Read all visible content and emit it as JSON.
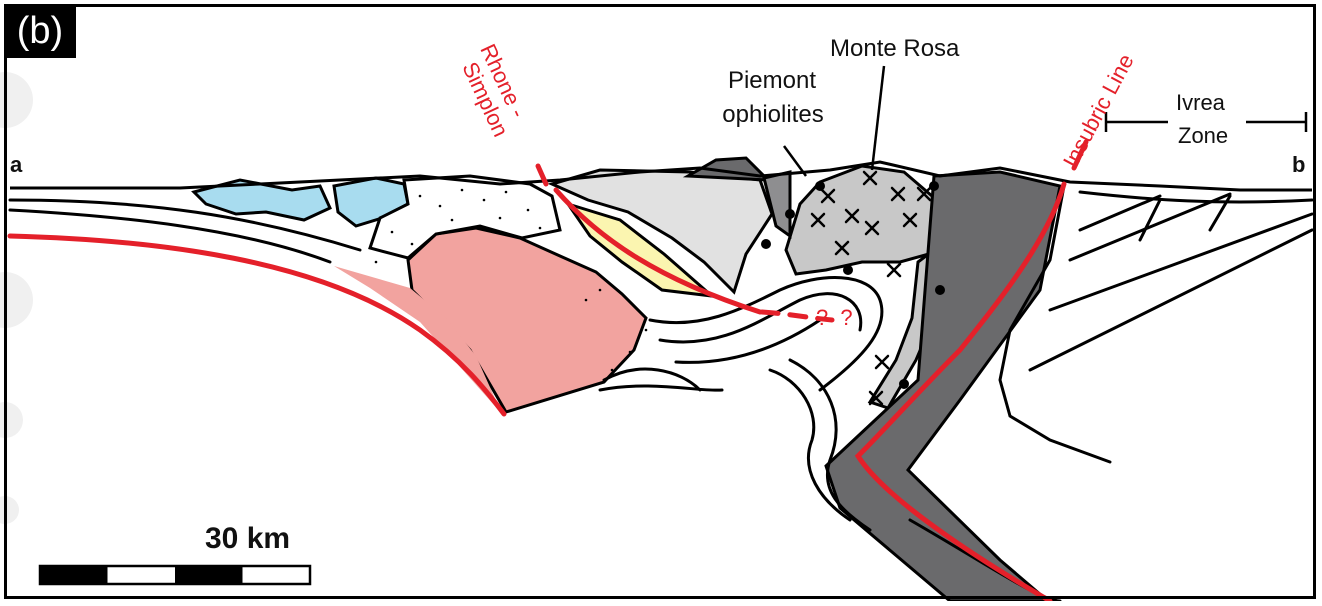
{
  "figure": {
    "panel_label": "(b)",
    "section_ends": {
      "start": "a",
      "end": "b"
    },
    "labels": {
      "monte_rosa": "Monte Rosa",
      "piemont_line1": "Piemont",
      "piemont_line2": "ophiolites",
      "ivrea_line1": "Ivrea",
      "ivrea_line2": "Zone",
      "rhone_line1": "Rhone -",
      "rhone_line2": "Simplon",
      "insubric": "Insubric Line",
      "uncertain": "? ?"
    },
    "scale_bar": {
      "label": "30 km",
      "segments": 4
    },
    "colors": {
      "red_fault": "#e4202a",
      "pink_massif": "#f2a39f",
      "blue_units": "#a8dcef",
      "yellow_unit": "#fbf5b0",
      "light_grey": "#e1e1e1",
      "mid_grey": "#c8c8c8",
      "dark_grey": "#6a6a6c",
      "watermark": "#f0f0f0"
    }
  }
}
